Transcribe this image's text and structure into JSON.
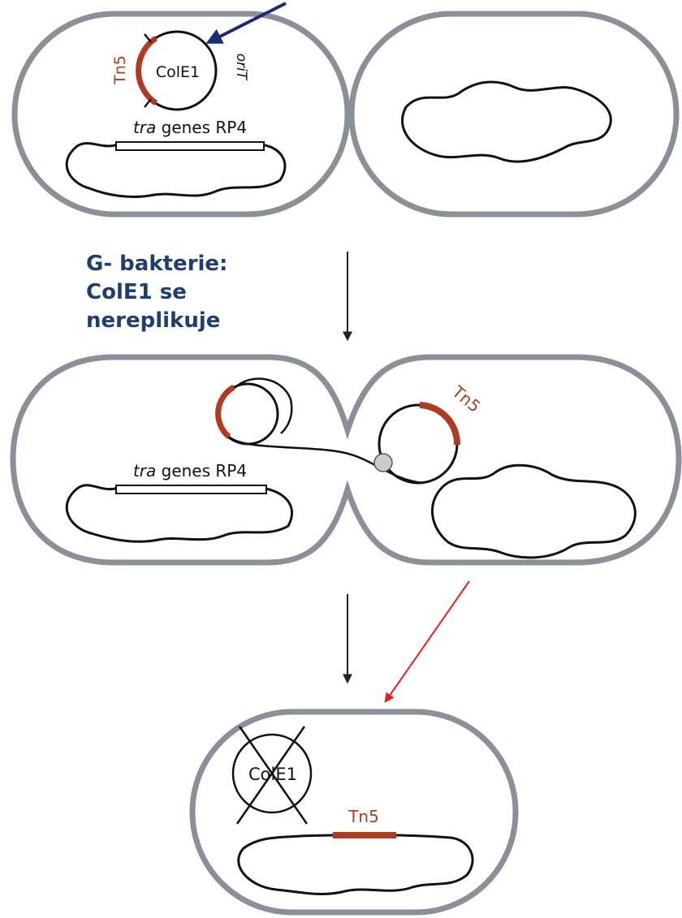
{
  "colors": {
    "cell_wall": "#8a8f99",
    "cell_wall_fill": "#ffffff",
    "dna": "#111111",
    "transposon": "#b03a22",
    "note_text": "#1f3e6e",
    "pointer_arrow_blue": "#1b2a78",
    "pointer_arrow_red": "#e02020",
    "flow_arrow": "#222222",
    "relaxosome": "#c8cbd6"
  },
  "labels": {
    "plasmid_name": "ColE1",
    "transposon": "Tn5",
    "origin": "oriT",
    "tra_italic": "tra",
    "tra_rest": " genes RP4"
  },
  "note": {
    "line1": "G- bakterie:",
    "line2": "ColE1 se",
    "line3": "nereplikuje"
  },
  "icons": {
    "flow_arrow": "arrow-down-icon",
    "pointer_arrow": "arrow-pointer-icon",
    "cross": "x-cross-icon"
  }
}
